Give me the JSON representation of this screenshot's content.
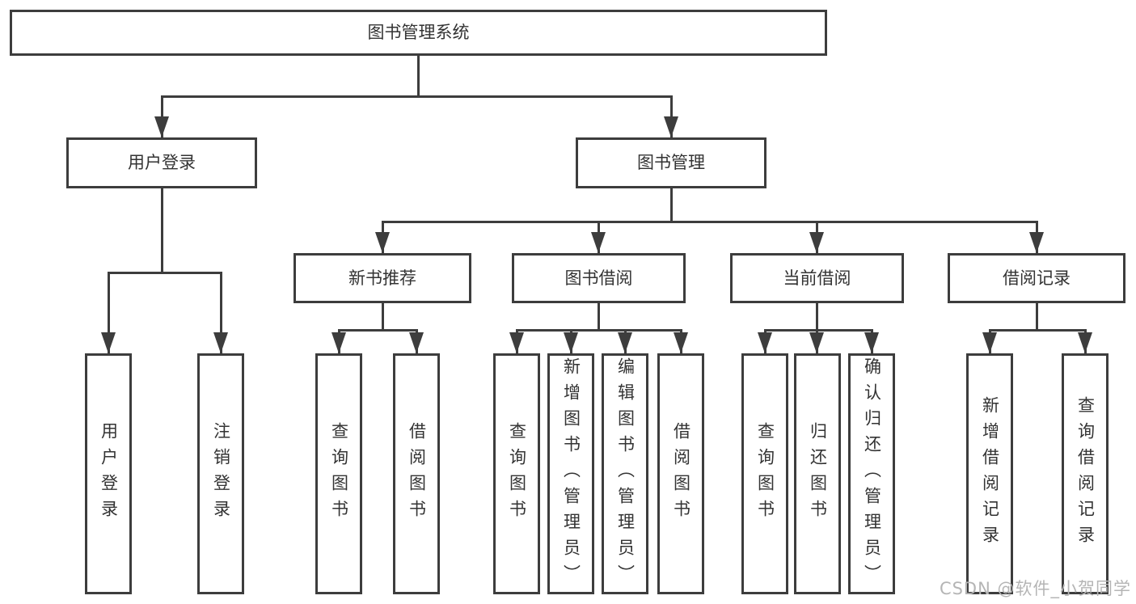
{
  "diagram": {
    "watermark": "CSDN @软件_小贺同学",
    "colors": {
      "line": "#3d3d3d",
      "text": "#333333",
      "background": "#ffffff",
      "watermark": "#b5b5b5"
    },
    "tree": {
      "label": "图书管理系统",
      "children": [
        {
          "label": "用户登录",
          "children": [
            {
              "label": "用户登录"
            },
            {
              "label": "注销登录"
            }
          ]
        },
        {
          "label": "图书管理",
          "children": [
            {
              "label": "新书推荐",
              "children": [
                {
                  "label": "查询图书"
                },
                {
                  "label": "借阅图书"
                }
              ]
            },
            {
              "label": "图书借阅",
              "children": [
                {
                  "label": "查询图书"
                },
                {
                  "label": "新增图书（管理员）"
                },
                {
                  "label": "编辑图书（管理员）"
                },
                {
                  "label": "借阅图书"
                }
              ]
            },
            {
              "label": "当前借阅",
              "children": [
                {
                  "label": "查询图书"
                },
                {
                  "label": "归还图书"
                },
                {
                  "label": "确认归还（管理员）"
                }
              ]
            },
            {
              "label": "借阅记录",
              "children": [
                {
                  "label": "新增借阅记录"
                },
                {
                  "label": "查询借阅记录"
                }
              ]
            }
          ]
        }
      ]
    }
  }
}
